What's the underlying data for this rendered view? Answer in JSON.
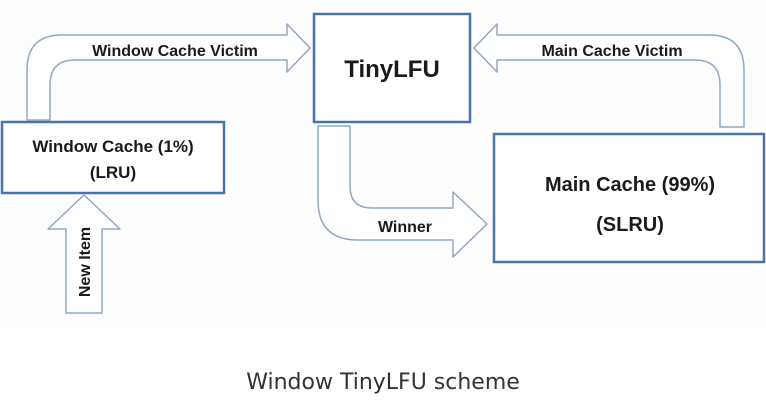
{
  "diagram": {
    "nodes": {
      "tinylfu": "TinyLFU",
      "window_cache_line1": "Window Cache (1%)",
      "window_cache_line2": "(LRU)",
      "main_cache_line1": "Main Cache (99%)",
      "main_cache_line2": "(SLRU)"
    },
    "edges": {
      "window_victim": "Window Cache Victim",
      "main_victim": "Main Cache Victim",
      "winner": "Winner",
      "new_item": "New Item"
    },
    "colors": {
      "box_border": "#4a74a8",
      "arrow_outline": "#8fa8c8"
    }
  },
  "caption": "Window TinyLFU scheme"
}
